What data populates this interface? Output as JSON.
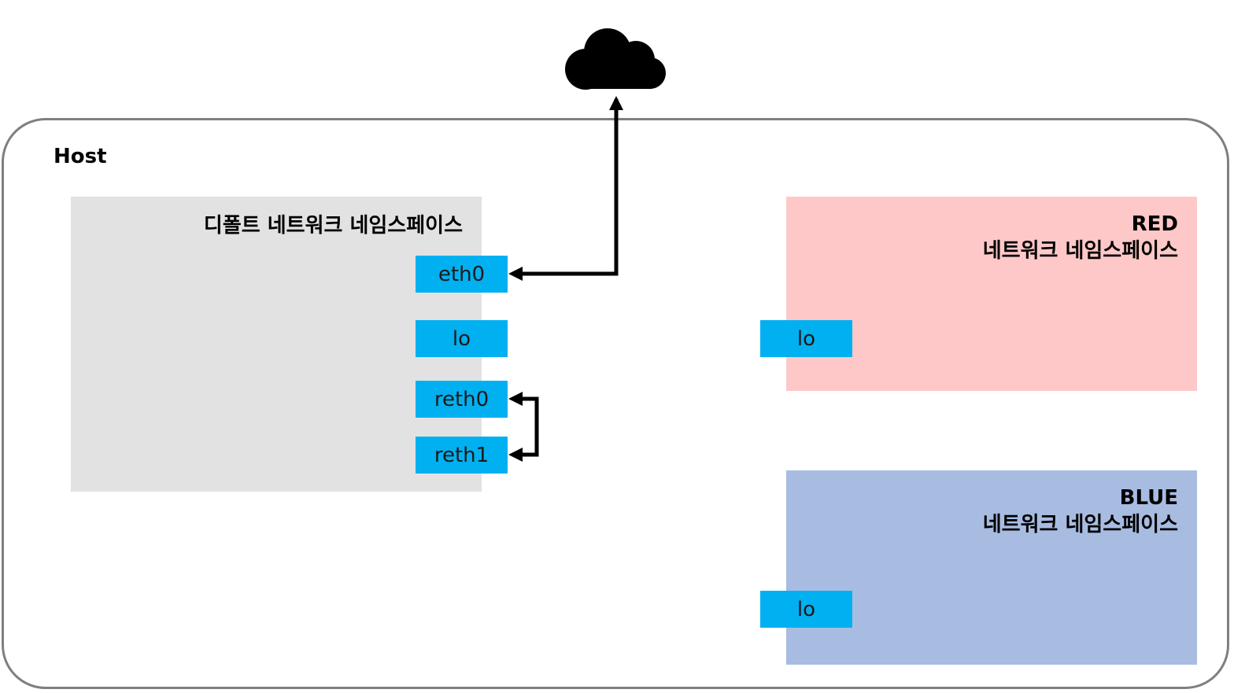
{
  "host": {
    "label": "Host"
  },
  "namespaces": {
    "default": {
      "title": "디폴트 네트워크 네임스페이스",
      "interfaces": [
        "eth0",
        "lo",
        "reth0",
        "reth1"
      ]
    },
    "red": {
      "name": "RED",
      "subtitle": "네트워크 네임스페이스",
      "color": "#ffc8c8",
      "interfaces": [
        "lo"
      ]
    },
    "blue": {
      "name": "BLUE",
      "subtitle": "네트워크 네임스페이스",
      "color": "#a8bce2",
      "interfaces": [
        "lo"
      ]
    }
  },
  "colors": {
    "interface": "#00b0f0",
    "default_ns": "#e2e2e2",
    "host_border": "#7f7f7f"
  },
  "icons": {
    "internet": "cloud-icon"
  }
}
